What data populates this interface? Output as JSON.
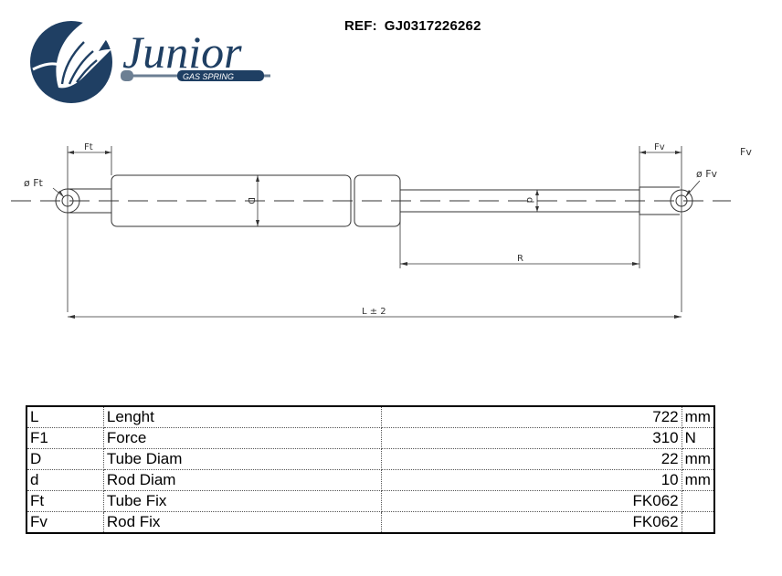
{
  "brand": {
    "name": "Junior",
    "tagline": "GAS SPRING",
    "colors": {
      "navy": "#1f3f63",
      "steel": "#6c7f93"
    }
  },
  "ref": {
    "label": "REF:",
    "code": "GJ0317226262"
  },
  "drawing": {
    "labels": {
      "ft_top": "Ft",
      "fv_top": "Fv",
      "fv_side": "Fv",
      "phi_ft": "ø Ft",
      "phi_fv": "ø Fv",
      "tube_d": "D",
      "rod_d": "d",
      "rod_len": "R",
      "total_len": "L ± 2"
    }
  },
  "specs": [
    {
      "code": "L",
      "desc": "Lenght",
      "value": "722",
      "unit": "mm"
    },
    {
      "code": "F1",
      "desc": "Force",
      "value": "310",
      "unit": "N"
    },
    {
      "code": "D",
      "desc": "Tube Diam",
      "value": "22",
      "unit": "mm"
    },
    {
      "code": "d",
      "desc": "Rod Diam",
      "value": "10",
      "unit": "mm"
    },
    {
      "code": "Ft",
      "desc": "Tube Fix",
      "value": "FK062",
      "unit": ""
    },
    {
      "code": "Fv",
      "desc": "Rod Fix",
      "value": "FK062",
      "unit": ""
    }
  ]
}
